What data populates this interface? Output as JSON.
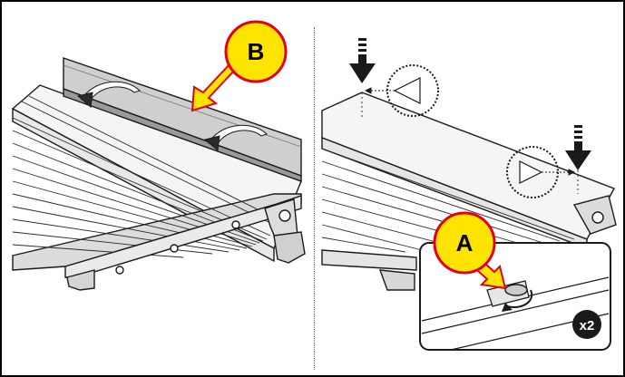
{
  "callouts": {
    "b": {
      "label": "B",
      "fill": "#ffe400",
      "stroke": "#e2001a"
    },
    "a": {
      "label": "A",
      "fill": "#ffe400",
      "stroke": "#e2001a"
    }
  },
  "detail": {
    "quantity": "x2"
  },
  "colors": {
    "line": "#1a1a1a",
    "panel": "#f4f4f4",
    "strip": "#c9c9c9"
  },
  "icons": {
    "push_arrows": "down-arrow-icon",
    "view_indicators": "eye-icon",
    "rotate_arrows": "curved-arrow-icon"
  }
}
